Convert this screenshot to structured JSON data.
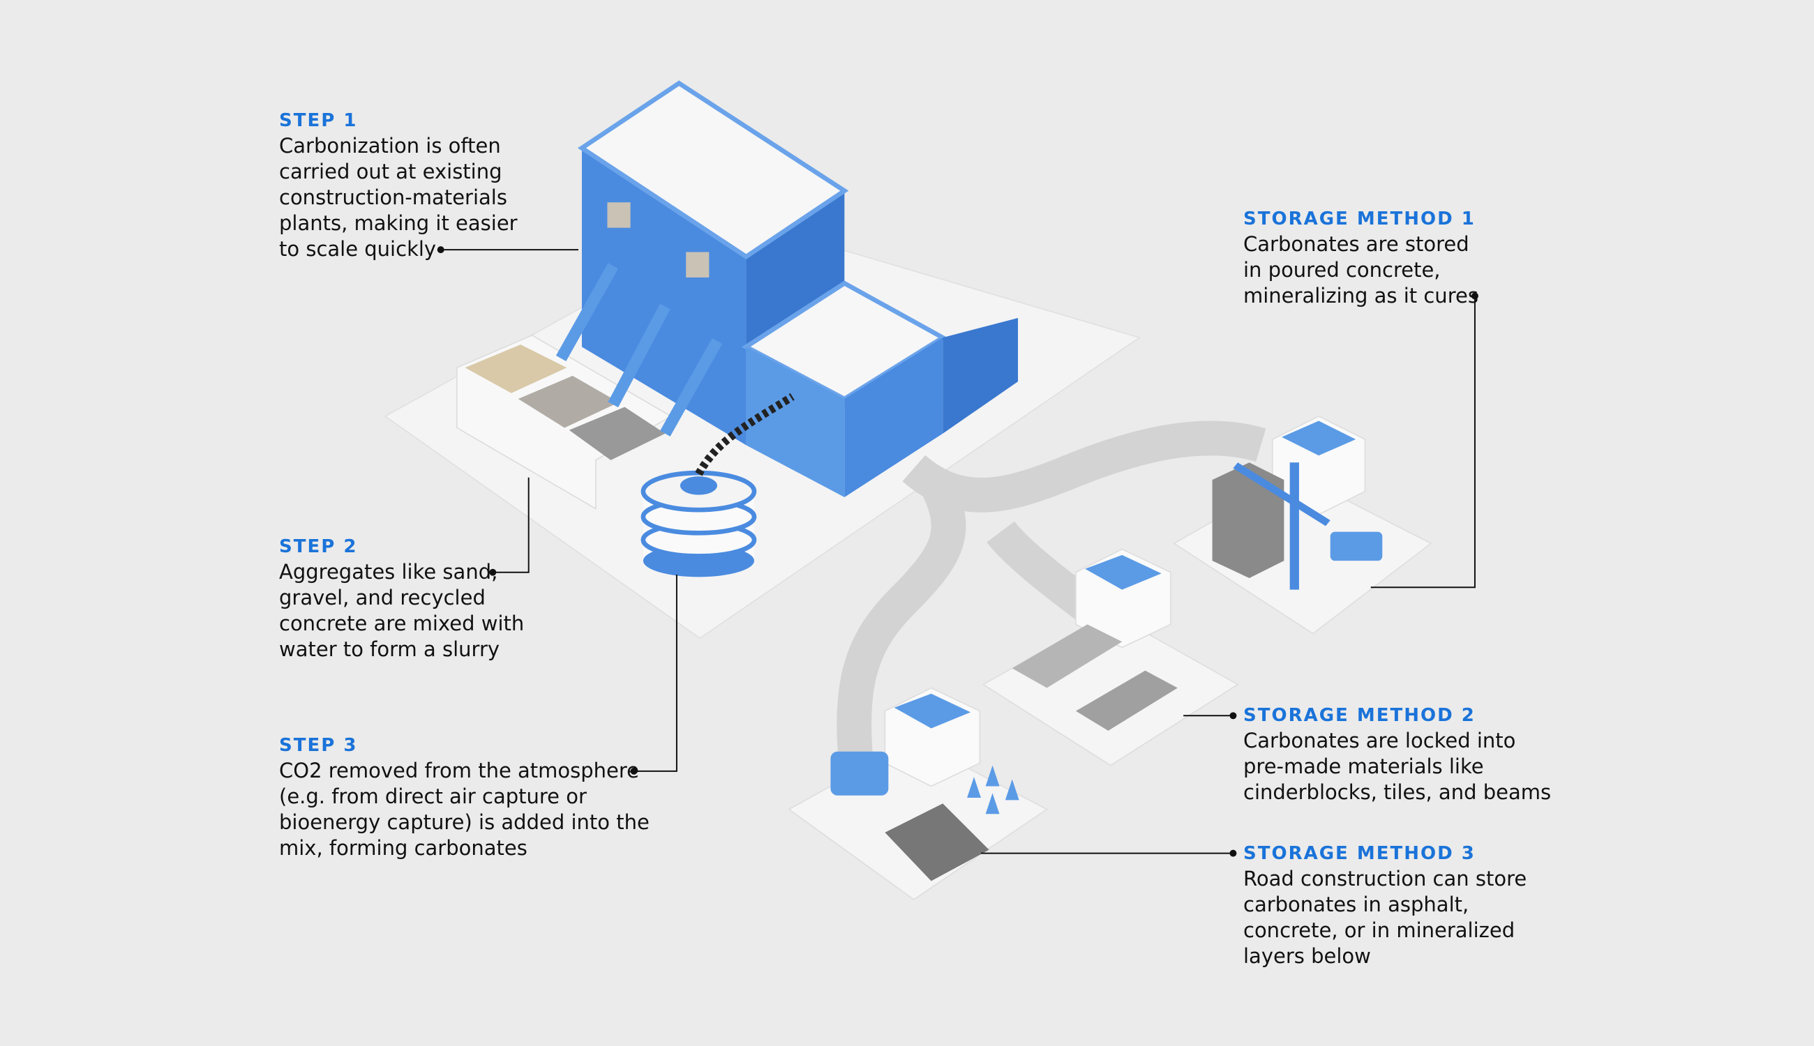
{
  "steps": [
    {
      "label": "STEP 1",
      "text": "Carbonization is often\ncarried out at existing\nconstruction-materials\nplants, making it easier\nto scale quickly"
    },
    {
      "label": "STEP 2",
      "text": "Aggregates like sand,\ngravel, and recycled\nconcrete are mixed with\nwater to form a slurry"
    },
    {
      "label": "STEP 3",
      "text": "CO2 removed from the atmosphere\n(e.g. from direct air capture or\nbioenergy capture) is added into the\nmix, forming carbonates"
    }
  ],
  "storage_methods": [
    {
      "label": "STORAGE METHOD 1",
      "text": "Carbonates are stored\nin poured concrete,\nmineralizing as it cures"
    },
    {
      "label": "STORAGE METHOD 2",
      "text": "Carbonates are locked into\npre-made materials like\ncinderblocks, tiles, and beams"
    },
    {
      "label": "STORAGE METHOD 3",
      "text": "Road construction can store\ncarbonates in asphalt,\nconcrete, or in mineralized\nlayers below"
    }
  ],
  "colors": {
    "accent": "#1a73d9",
    "building_blue": "#4a8be0",
    "background": "#ebebeb"
  }
}
